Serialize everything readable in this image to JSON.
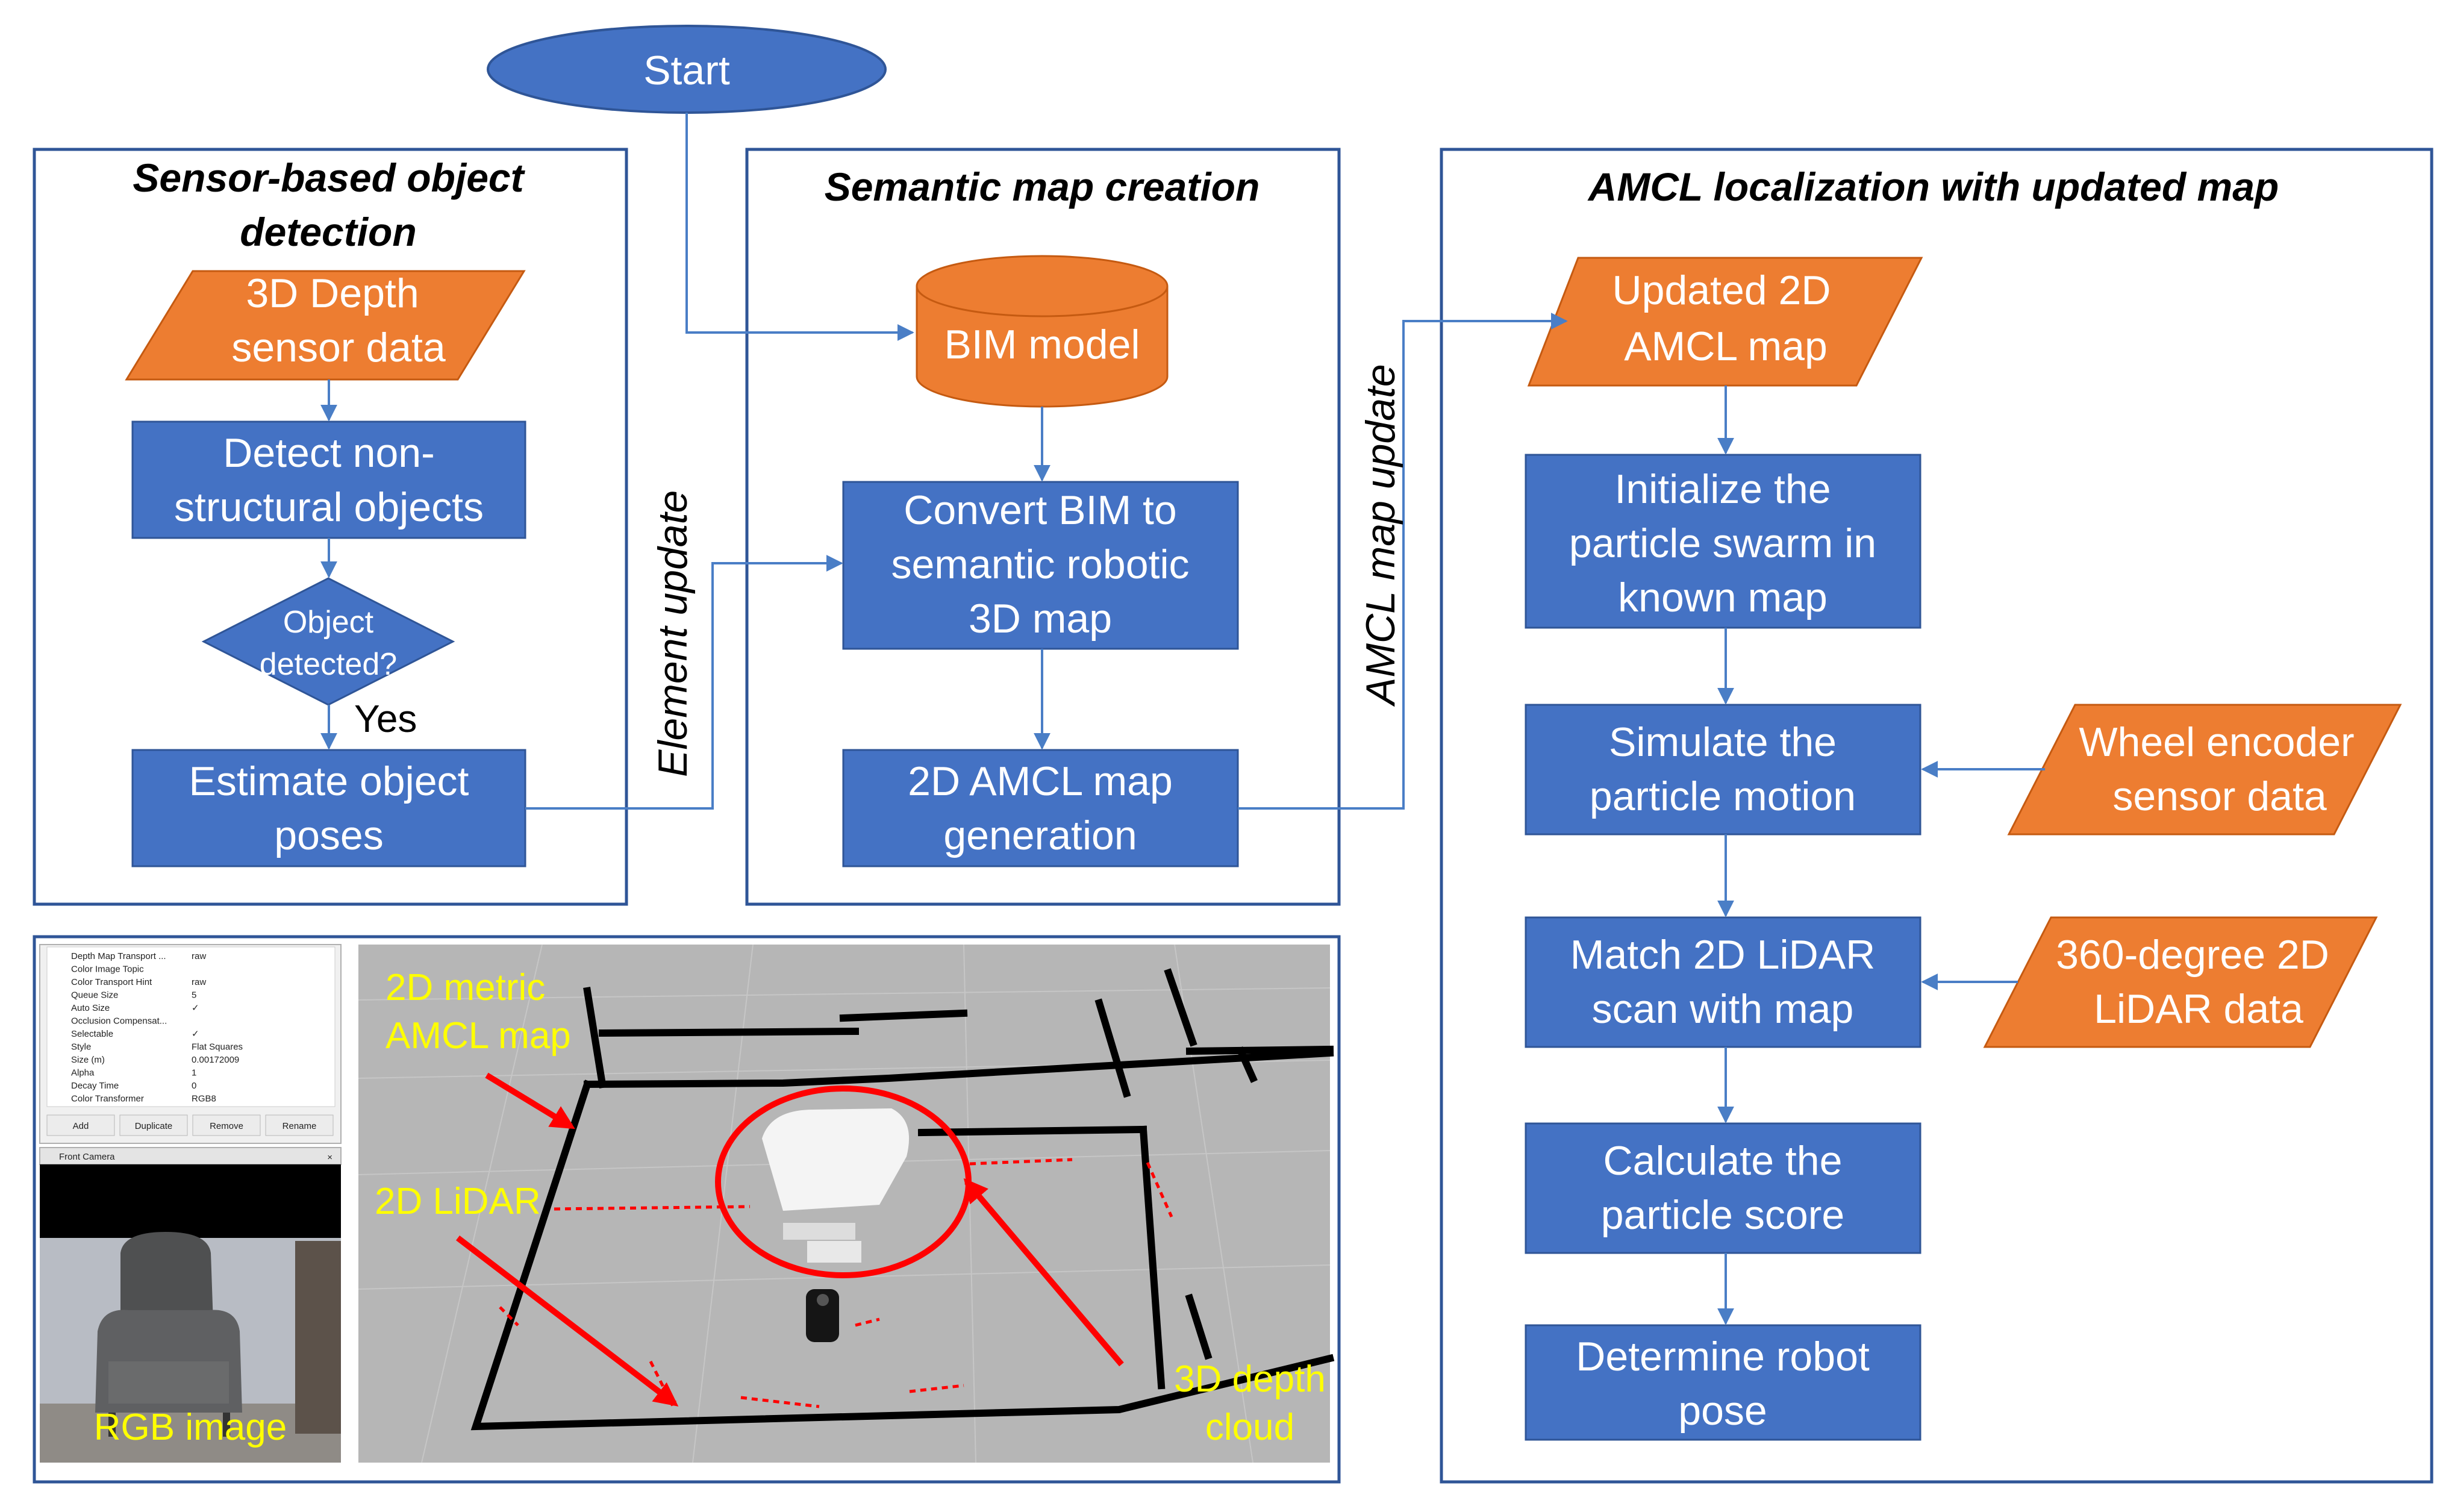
{
  "colors": {
    "process": "#4472c4",
    "process_border": "#2f5597",
    "io": "#ed7d31",
    "panel_border": "#2f5597",
    "connector": "#4a7ec6",
    "annotation": "#ff0000",
    "annotation_text": "#ffff00"
  },
  "start": "Start",
  "panels": {
    "sensor": {
      "title_line1": "Sensor-based object",
      "title_line2": "detection",
      "depth_line1": "3D Depth",
      "depth_line2": "sensor data",
      "detect_line1": "Detect non-",
      "detect_line2": "structural objects",
      "decision_line1": "Object",
      "decision_line2": "detected?",
      "yes": "Yes",
      "estimate_line1": "Estimate object",
      "estimate_line2": "poses"
    },
    "semantic": {
      "title": "Semantic map creation",
      "bim": "BIM model",
      "convert_line1": "Convert BIM to",
      "convert_line2": "semantic robotic",
      "convert_line3": "3D map",
      "gen_line1": "2D AMCL map",
      "gen_line2": "generation"
    },
    "amcl": {
      "title": "AMCL localization with updated map",
      "updated_line1": "Updated 2D",
      "updated_line2": "AMCL map",
      "init_line1": "Initialize the",
      "init_line2": "particle swarm in",
      "init_line3": "known map",
      "simulate_line1": "Simulate the",
      "simulate_line2": "particle motion",
      "wheel_line1": "Wheel encoder",
      "wheel_line2": "sensor data",
      "match_line1": "Match 2D LiDAR",
      "match_line2": "scan with map",
      "lidar360_line1": "360-degree 2D",
      "lidar360_line2": "LiDAR data",
      "score_line1": "Calculate the",
      "score_line2": "particle score",
      "pose_line1": "Determine robot",
      "pose_line2": "pose"
    }
  },
  "edges": {
    "element_update": "Element  update",
    "amcl_map_update": "AMCL map  update"
  },
  "screenshot": {
    "rgb_label": "RGB image",
    "metric_line1": "2D metric",
    "metric_line2": "AMCL map",
    "lidar_label": "2D LiDAR",
    "depth_line1": "3D depth",
    "depth_line2": "cloud",
    "rviz_props": [
      [
        "Depth Map Transport ...",
        "raw"
      ],
      [
        "Color Image Topic",
        ""
      ],
      [
        "Color Transport Hint",
        "raw"
      ],
      [
        "Queue Size",
        "5"
      ],
      [
        "Auto Size",
        "✓"
      ],
      [
        "Occlusion Compensat...",
        ""
      ],
      [
        "Selectable",
        "✓"
      ],
      [
        "Style",
        "Flat Squares"
      ],
      [
        "Size (m)",
        "0.00172009"
      ],
      [
        "Alpha",
        "1"
      ],
      [
        "Decay Time",
        "0"
      ],
      [
        "Color Transformer",
        "RGB8"
      ]
    ],
    "rviz_buttons": [
      "Add",
      "Duplicate",
      "Remove",
      "Rename"
    ],
    "camera_title": "Front Camera"
  }
}
